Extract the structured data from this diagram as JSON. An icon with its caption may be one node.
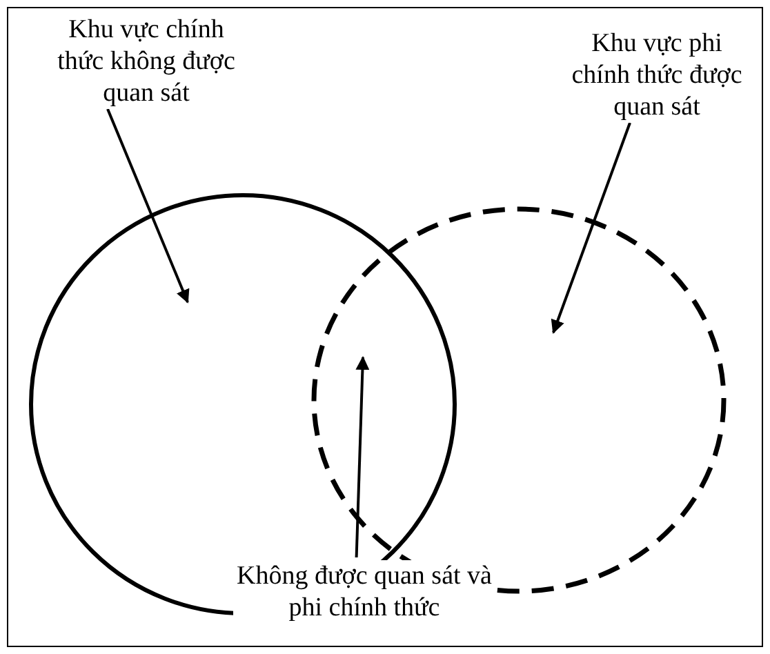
{
  "diagram": {
    "nodes": [
      {
        "text": [
          "Khu vực chính thức không được quan sát"
        ]
      },
      {
        "text": [
          "Khu vực phi chính thức được quan sát"
        ]
      },
      {
        "text": [
          "Không được quan sát và phi chính thức"
        ]
      },
      {
        "text": [],
        "shape": "circle"
      },
      {
        "text": [],
        "shape": "circle"
      }
    ],
    "edges": [
      {
        "from": 0,
        "to": 3,
        "arrow": "to"
      },
      {
        "from": 1,
        "to": 4,
        "arrow": "to"
      },
      {
        "from": 2,
        "to": 4,
        "arrow": "to"
      }
    ]
  }
}
